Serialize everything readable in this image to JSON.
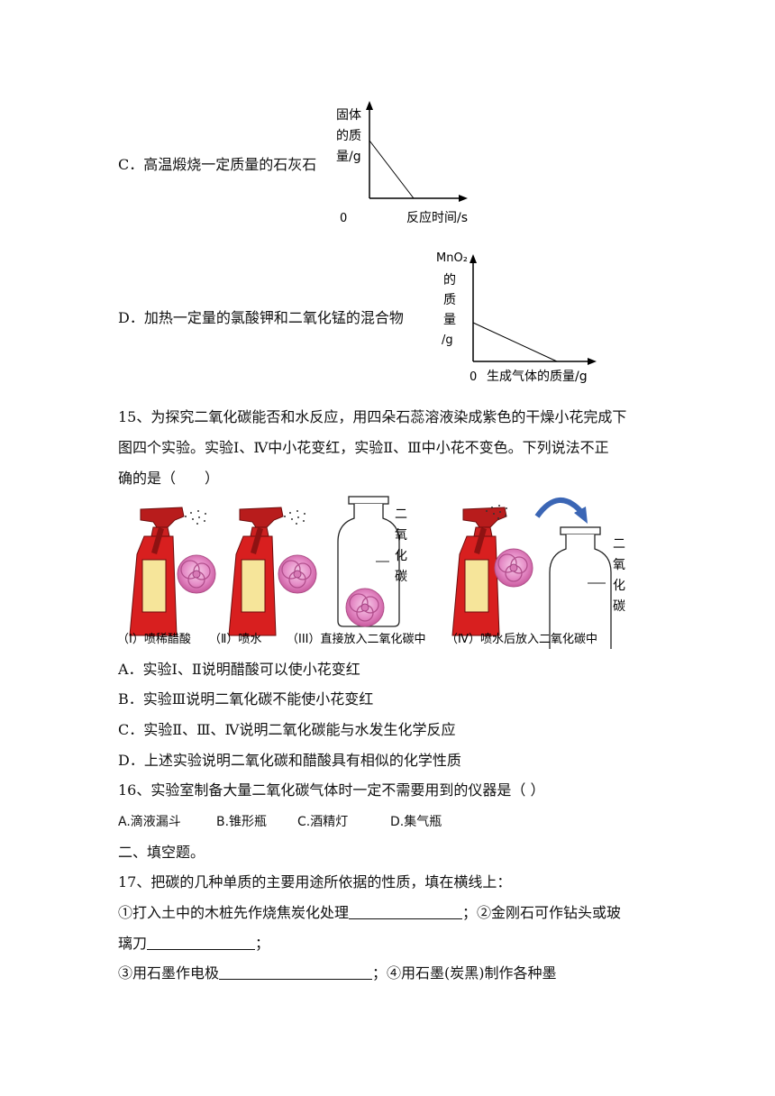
{
  "q14": {
    "optC": {
      "text": "C．高温煅烧一定质量的石灰石",
      "y_label_lines": [
        "固体",
        "的质",
        "量/g"
      ],
      "origin": "0",
      "x_label": "反应时间/s"
    },
    "optD": {
      "text": "D．加热一定量的氯酸钾和二氧化锰的混合物",
      "y_label_lines": [
        "MnO₂",
        "的",
        "质",
        "量",
        "/g"
      ],
      "origin": "0",
      "x_label": "生成气体的质量/g"
    }
  },
  "q15": {
    "stem": [
      "15、为探究二氧化碳能否和水反应，用四朵石蕊溶液染成紫色的干燥小花完成下",
      "图四个实验。实验Ⅰ、Ⅳ中小花变红，实验Ⅱ、Ⅲ中小花不变色。下列说法不正",
      "确的是（　　）"
    ],
    "figure": {
      "jar_label": [
        "二",
        "氧",
        "化",
        "碳"
      ],
      "captions": [
        "（I）喷稀醋酸",
        "（Ⅱ）喷水",
        "（III）直接放入二氧化碳中",
        "（Ⅳ）喷水后放入二氧化碳中"
      ]
    },
    "options": [
      "A．实验Ⅰ、Ⅱ说明醋酸可以使小花变红",
      "B．实验Ⅲ说明二氧化碳不能使小花变红",
      "C．实验Ⅱ、Ⅲ、Ⅳ说明二氧化碳能与水发生化学反应",
      "D．上述实验说明二氧化碳和醋酸具有相似的化学性质"
    ]
  },
  "q16": {
    "stem": "16、实验室制备大量二氧化碳气体时一定不需要用到的仪器是（ ）",
    "options": [
      "A.滴液漏斗",
      "B.锥形瓶",
      "C.酒精灯",
      "D.集气瓶"
    ]
  },
  "section2": "二、填空题。",
  "q17": {
    "stem": "17、把碳的几种单质的主要用途所依据的性质，填在横线上：",
    "l1a": "①打入土中的木桩先作烧焦炭化处理",
    "l1b": "；②金刚石可作钻头或玻",
    "l2a": "璃刀",
    "l2b": "；",
    "l3a": "③用石墨作电极",
    "l3b": "；④用石墨(炭黑)制作各种墨"
  }
}
